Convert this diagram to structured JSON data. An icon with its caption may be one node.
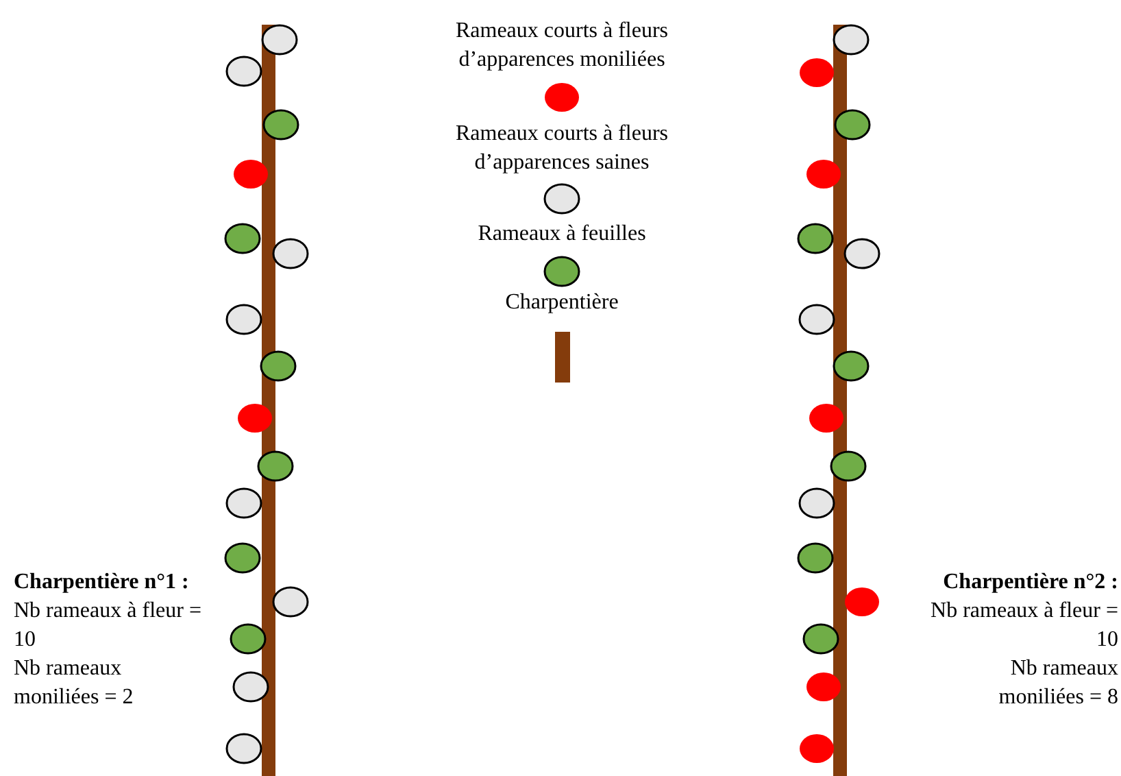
{
  "diagram": {
    "labels": [
      "Charpentière n°1 :",
      "Nb rameaux à fleur = 10",
      "Nb rameaux moniliées = 2",
      "Charpentière n°2 :",
      "Nb rameaux à fleur = 10",
      "Nb rameaux moniliées = 8"
    ],
    "legend": [
      {
        "text": "Rameaux courts à fleurs d’apparences moniliées",
        "color": "#ff0000"
      },
      {
        "text": "Rameaux courts à fleurs d’apparences saines",
        "color": "#e6e6e6"
      },
      {
        "text": "Rameaux à feuilles",
        "color": "#70ad47"
      },
      {
        "text": "Charpentière",
        "color": "#843c0c"
      }
    ]
  }
}
